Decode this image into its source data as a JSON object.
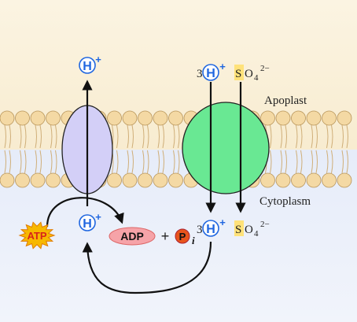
{
  "colors": {
    "apoplast_bg": "#fbf1dc",
    "cytoplasm_bg": "#e4ebf8",
    "membrane_head": "#f4d9a4",
    "membrane_head_stroke": "#b8955a",
    "pump": "#cfcaf5",
    "transporter": "#67e890",
    "proton_blue": "#1f66e0",
    "sulfate_bg": "#ffe27a",
    "atp_burst": "#f7b800",
    "atp_text_red": "#d8231a",
    "adp_fill": "#f6a3a8",
    "pi_fill": "#e8541c"
  },
  "regions": {
    "apoplast": "Apoplast",
    "cytoplasm": "Cytoplasm"
  },
  "ions": {
    "proton_letter": "H",
    "proton_charge": "+",
    "stoich": "3",
    "sulfate_s": "S",
    "sulfate_o": "O",
    "sulfate_sub": "4",
    "sulfate_charge": "2−"
  },
  "energy": {
    "atp": "ATP",
    "adp": "ADP",
    "plus": "+",
    "pi_letter": "P",
    "pi_sub": "i"
  }
}
